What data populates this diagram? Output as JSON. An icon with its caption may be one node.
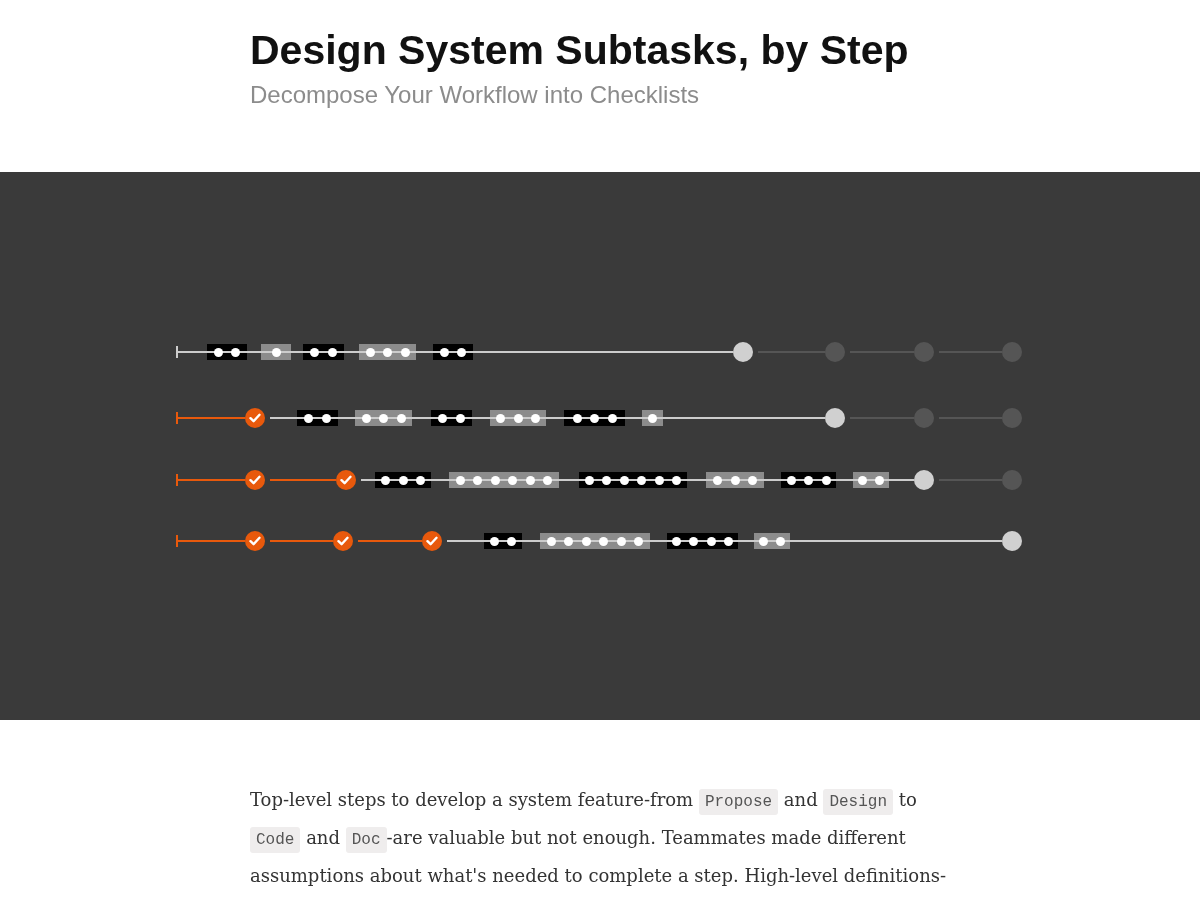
{
  "diagram": {
    "title": "Design System Subtasks, by Step",
    "nodes": [
      {
        "text": [],
        "shape": "bar"
      },
      {
        "text": [],
        "shape": "box"
      },
      {
        "text": [],
        "shape": "circle",
        "in": 1
      },
      {
        "text": [],
        "shape": "circle",
        "in": 1
      },
      {
        "text": [],
        "shape": "box"
      },
      {
        "text": [],
        "shape": "circle",
        "in": 4
      },
      {
        "text": [],
        "shape": "box"
      },
      {
        "text": [],
        "shape": "circle",
        "in": 6
      },
      {
        "text": [],
        "shape": "circle",
        "in": 6
      },
      {
        "text": [],
        "shape": "box"
      },
      {
        "text": [],
        "shape": "circle",
        "in": 9
      },
      {
        "text": [],
        "shape": "circle",
        "in": 9
      },
      {
        "text": [],
        "shape": "circle",
        "in": 9
      },
      {
        "text": [],
        "shape": "box"
      },
      {
        "text": [],
        "shape": "circle",
        "in": 13
      },
      {
        "text": [],
        "shape": "circle",
        "in": 13
      },
      {
        "text": [],
        "shape": "circle"
      },
      {
        "text": [],
        "shape": "circle"
      },
      {
        "text": [],
        "shape": "circle"
      },
      {
        "text": [],
        "shape": "circle"
      },
      {
        "text": [],
        "shape": "bar"
      },
      {
        "text": [],
        "shape": "circle"
      },
      {
        "text": [],
        "shape": "box"
      },
      {
        "text": [],
        "shape": "circle",
        "in": 22
      },
      {
        "text": [],
        "shape": "circle",
        "in": 22
      },
      {
        "text": [],
        "shape": "box"
      },
      {
        "text": [],
        "shape": "circle",
        "in": 25
      },
      {
        "text": [],
        "shape": "circle",
        "in": 25
      },
      {
        "text": [],
        "shape": "circle",
        "in": 25
      },
      {
        "text": [],
        "shape": "box"
      },
      {
        "text": [],
        "shape": "circle",
        "in": 29
      },
      {
        "text": [],
        "shape": "circle",
        "in": 29
      },
      {
        "text": [],
        "shape": "box"
      },
      {
        "text": [],
        "shape": "circle",
        "in": 32
      },
      {
        "text": [],
        "shape": "circle",
        "in": 32
      },
      {
        "text": [],
        "shape": "circle",
        "in": 32
      },
      {
        "text": [],
        "shape": "box"
      },
      {
        "text": [],
        "shape": "circle",
        "in": 36
      },
      {
        "text": [],
        "shape": "circle",
        "in": 36
      },
      {
        "text": [],
        "shape": "circle",
        "in": 36
      },
      {
        "text": [],
        "shape": "box"
      },
      {
        "text": [],
        "shape": "circle",
        "in": 40
      },
      {
        "text": [],
        "shape": "circle"
      },
      {
        "text": [],
        "shape": "circle"
      },
      {
        "text": [],
        "shape": "circle"
      },
      {
        "text": [],
        "shape": "bar"
      },
      {
        "text": [],
        "shape": "circle"
      },
      {
        "text": [],
        "shape": "circle"
      },
      {
        "text": [],
        "shape": "box"
      },
      {
        "text": [],
        "shape": "circle",
        "in": 48
      },
      {
        "text": [],
        "shape": "circle",
        "in": 48
      },
      {
        "text": [],
        "shape": "circle",
        "in": 48
      },
      {
        "text": [],
        "shape": "box"
      },
      {
        "text": [],
        "shape": "circle",
        "in": 52
      },
      {
        "text": [],
        "shape": "circle",
        "in": 52
      },
      {
        "text": [],
        "shape": "circle",
        "in": 52
      },
      {
        "text": [],
        "shape": "circle",
        "in": 52
      },
      {
        "text": [],
        "shape": "circle",
        "in": 52
      },
      {
        "text": [],
        "shape": "circle",
        "in": 52
      },
      {
        "text": [],
        "shape": "box"
      },
      {
        "text": [],
        "shape": "circle",
        "in": 59
      },
      {
        "text": [],
        "shape": "circle",
        "in": 59
      },
      {
        "text": [],
        "shape": "circle",
        "in": 59
      },
      {
        "text": [],
        "shape": "circle",
        "in": 59
      },
      {
        "text": [],
        "shape": "circle",
        "in": 59
      },
      {
        "text": [],
        "shape": "circle",
        "in": 59
      },
      {
        "text": [],
        "shape": "box"
      },
      {
        "text": [],
        "shape": "circle",
        "in": 66
      },
      {
        "text": [],
        "shape": "circle",
        "in": 66
      },
      {
        "text": [],
        "shape": "circle",
        "in": 66
      },
      {
        "text": [],
        "shape": "box"
      },
      {
        "text": [],
        "shape": "circle",
        "in": 70
      },
      {
        "text": [],
        "shape": "circle",
        "in": 70
      },
      {
        "text": [],
        "shape": "circle",
        "in": 70
      },
      {
        "text": [],
        "shape": "box"
      },
      {
        "text": [],
        "shape": "circle",
        "in": 74
      },
      {
        "text": [],
        "shape": "circle",
        "in": 74
      },
      {
        "text": [],
        "shape": "circle"
      },
      {
        "text": [],
        "shape": "circle"
      },
      {
        "text": [],
        "shape": "bar"
      },
      {
        "text": [],
        "shape": "circle"
      },
      {
        "text": [],
        "shape": "circle"
      },
      {
        "text": [],
        "shape": "circle"
      },
      {
        "text": [],
        "shape": "box"
      },
      {
        "text": [],
        "shape": "circle",
        "in": 83
      },
      {
        "text": [],
        "shape": "circle",
        "in": 83
      },
      {
        "text": [],
        "shape": "box"
      },
      {
        "text": [],
        "shape": "circle",
        "in": 86
      },
      {
        "text": [],
        "shape": "circle",
        "in": 86
      },
      {
        "text": [],
        "shape": "circle",
        "in": 86
      },
      {
        "text": [],
        "shape": "circle",
        "in": 86
      },
      {
        "text": [],
        "shape": "circle",
        "in": 86
      },
      {
        "text": [],
        "shape": "circle",
        "in": 86
      },
      {
        "text": [],
        "shape": "box"
      },
      {
        "text": [],
        "shape": "circle",
        "in": 93
      },
      {
        "text": [],
        "shape": "circle",
        "in": 93
      },
      {
        "text": [],
        "shape": "circle",
        "in": 93
      },
      {
        "text": [],
        "shape": "circle",
        "in": 93
      },
      {
        "text": [],
        "shape": "box"
      },
      {
        "text": [],
        "shape": "circle",
        "in": 98
      },
      {
        "text": [],
        "shape": "circle",
        "in": 98
      },
      {
        "text": [],
        "shape": "circle"
      }
    ],
    "edges": [
      {
        "from": 0,
        "to": 1,
        "arrow": "none"
      },
      {
        "from": 1,
        "to": 4,
        "arrow": "none"
      },
      {
        "from": 4,
        "to": 6,
        "arrow": "none"
      },
      {
        "from": 6,
        "to": 9,
        "arrow": "none"
      },
      {
        "from": 9,
        "to": 13,
        "arrow": "none"
      },
      {
        "from": 13,
        "to": 16,
        "arrow": "none"
      },
      {
        "from": 16,
        "to": 17,
        "arrow": "none",
        "color": "#555555"
      },
      {
        "from": 17,
        "to": 18,
        "arrow": "none",
        "color": "#555555"
      },
      {
        "from": 18,
        "to": 19,
        "arrow": "none",
        "color": "#555555"
      },
      {
        "from": 20,
        "to": 21,
        "arrow": "none",
        "color": "#e8590c"
      },
      {
        "from": 21,
        "to": 22,
        "arrow": "none"
      },
      {
        "from": 22,
        "to": 25,
        "arrow": "none"
      },
      {
        "from": 25,
        "to": 29,
        "arrow": "none"
      },
      {
        "from": 29,
        "to": 32,
        "arrow": "none"
      },
      {
        "from": 32,
        "to": 36,
        "arrow": "none"
      },
      {
        "from": 36,
        "to": 40,
        "arrow": "none"
      },
      {
        "from": 40,
        "to": 42,
        "arrow": "none"
      },
      {
        "from": 42,
        "to": 43,
        "arrow": "none",
        "color": "#555555"
      },
      {
        "from": 43,
        "to": 44,
        "arrow": "none",
        "color": "#555555"
      },
      {
        "from": 45,
        "to": 46,
        "arrow": "none",
        "color": "#e8590c"
      },
      {
        "from": 46,
        "to": 47,
        "arrow": "none",
        "color": "#e8590c"
      },
      {
        "from": 47,
        "to": 48,
        "arrow": "none"
      },
      {
        "from": 48,
        "to": 52,
        "arrow": "none"
      },
      {
        "from": 52,
        "to": 59,
        "arrow": "none"
      },
      {
        "from": 59,
        "to": 66,
        "arrow": "none"
      },
      {
        "from": 66,
        "to": 70,
        "arrow": "none"
      },
      {
        "from": 70,
        "to": 74,
        "arrow": "none"
      },
      {
        "from": 74,
        "to": 77,
        "arrow": "none"
      },
      {
        "from": 77,
        "to": 78,
        "arrow": "none",
        "color": "#555555"
      },
      {
        "from": 79,
        "to": 80,
        "arrow": "none",
        "color": "#e8590c"
      },
      {
        "from": 80,
        "to": 81,
        "arrow": "none",
        "color": "#e8590c"
      },
      {
        "from": 81,
        "to": 82,
        "arrow": "none",
        "color": "#e8590c"
      },
      {
        "from": 82,
        "to": 83,
        "arrow": "none"
      },
      {
        "from": 83,
        "to": 86,
        "arrow": "none"
      },
      {
        "from": 86,
        "to": 93,
        "arrow": "none"
      },
      {
        "from": 93,
        "to": 98,
        "arrow": "none"
      },
      {
        "from": 98,
        "to": 101,
        "arrow": "none"
      }
    ],
    "labels": [
      "Decompose Your Workflow into Checklists",
      "Top-level steps to develop a system feature-from *Propose* and *Design* to *Code* and *Doc*-are valuable but not enough. Teammates made different assumptions about what's needed to complete a step. High-level definitions-"
    ]
  }
}
